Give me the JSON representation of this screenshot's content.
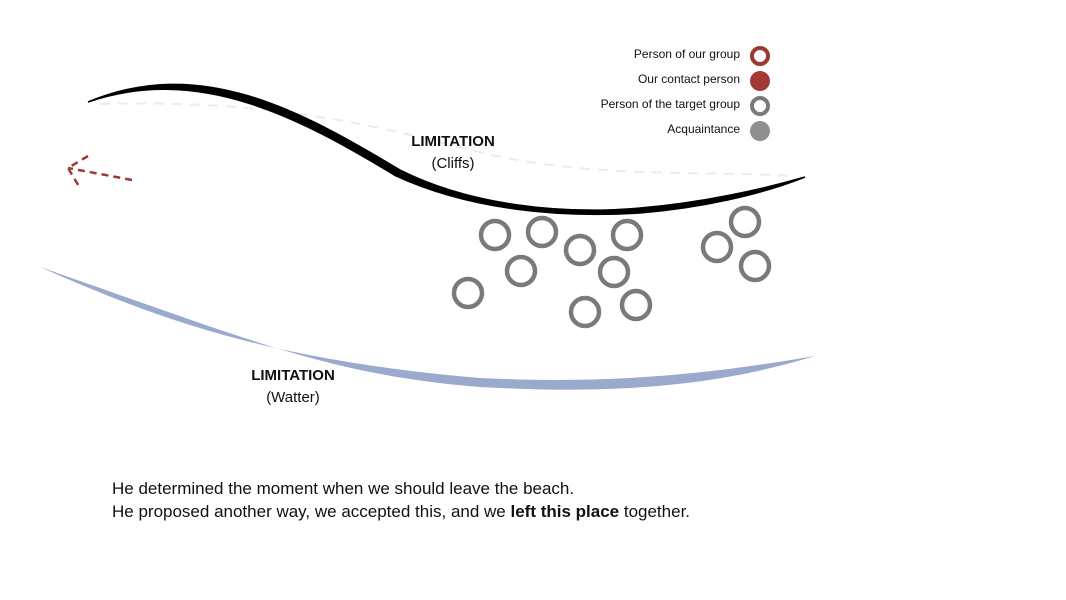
{
  "legend": {
    "items": [
      {
        "label": "Person of our group",
        "icon": "red-ring-icon"
      },
      {
        "label": "Our contact person",
        "icon": "red-dot-icon"
      },
      {
        "label": "Person of the target group",
        "icon": "grey-ring-icon"
      },
      {
        "label": "Acquaintance",
        "icon": "grey-dot-icon"
      }
    ]
  },
  "colors": {
    "our_group": "#9b3a33",
    "contact": "#a23a33",
    "target_group": "#7a7a7a",
    "acquaintance": "#8f8f8f",
    "water": "#9aa9cc",
    "cliffs": "#000000"
  },
  "cliffs_label": {
    "title": "LIMITATION",
    "subtitle": "(Cliffs)"
  },
  "water_label": {
    "title": "LIMITATION",
    "subtitle": "(Watter)"
  },
  "caption": {
    "line1": "He determined the moment when we should leave the beach.",
    "line2_before": "He proposed another way, we accepted this, and we ",
    "line2_bold": "left this place",
    "line2_after": " together."
  }
}
